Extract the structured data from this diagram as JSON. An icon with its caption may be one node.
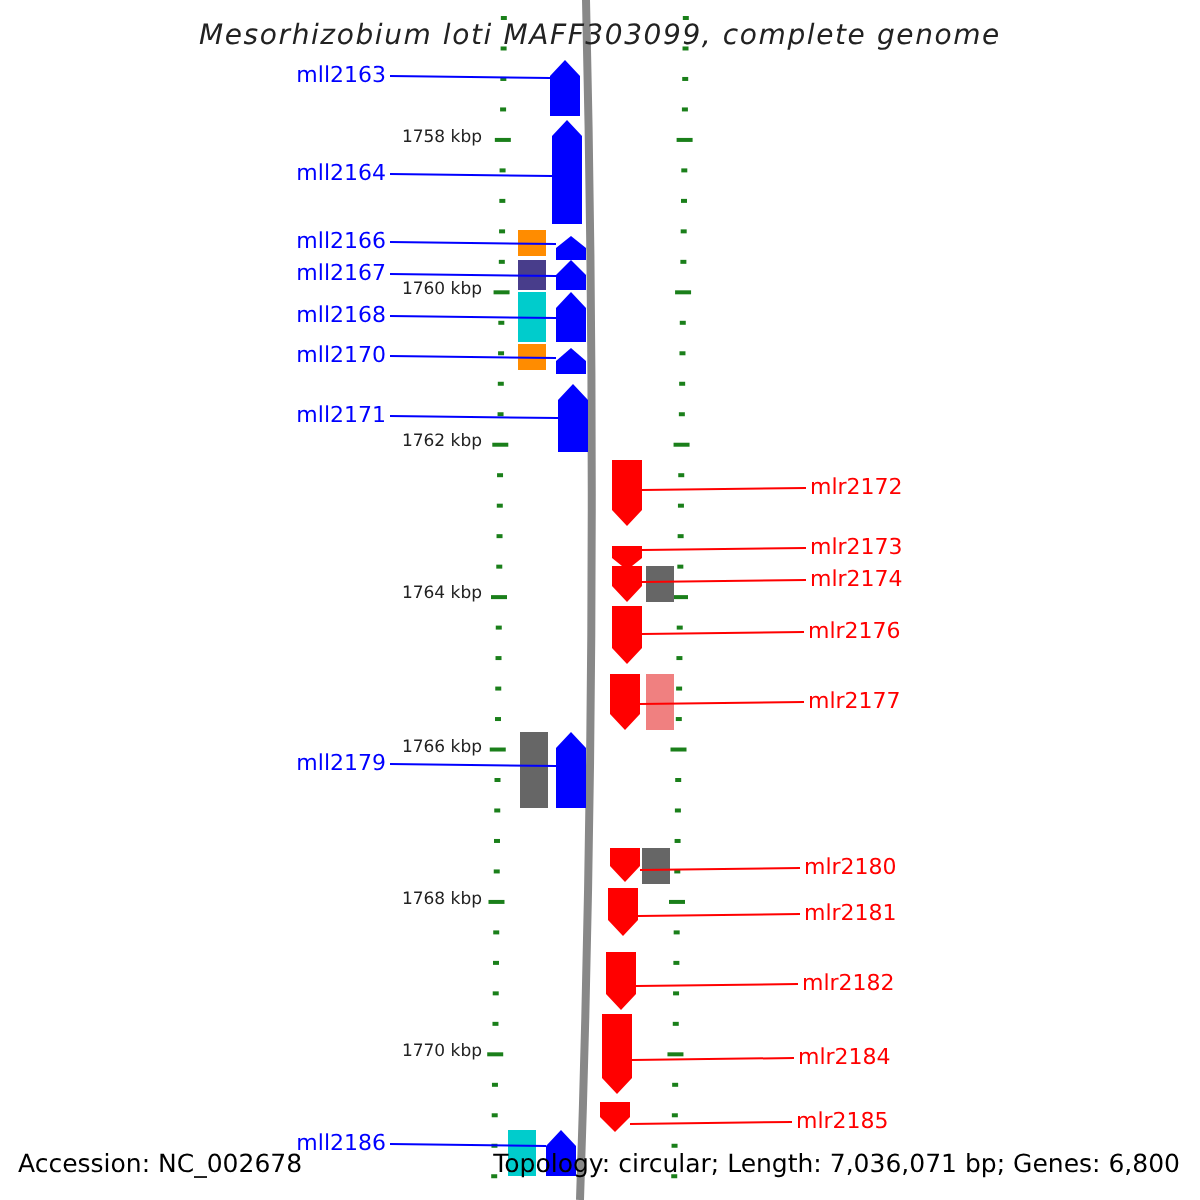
{
  "diagram": {
    "title": "Mesorhizobium loti MAFF303099, complete genome",
    "nodes": [
      {
        "text": [
          "mll2163"
        ]
      },
      {
        "text": [],
        "shape": "arrow"
      },
      {
        "text": [
          "mll2164"
        ]
      },
      {
        "text": [],
        "shape": "arrow"
      },
      {
        "text": [
          "mll2166"
        ]
      },
      {
        "text": [],
        "shape": "arrow"
      },
      {
        "text": [
          "mll2167"
        ]
      },
      {
        "text": [],
        "shape": "arrow"
      },
      {
        "text": [
          "mll2168"
        ]
      },
      {
        "text": [],
        "shape": "arrow"
      },
      {
        "text": [
          "mll2170"
        ]
      },
      {
        "text": [],
        "shape": "arrow"
      },
      {
        "text": [
          "mll2171"
        ]
      },
      {
        "text": [],
        "shape": "arrow"
      },
      {
        "text": [
          "mlr2172"
        ]
      },
      {
        "text": [],
        "shape": "arrow"
      },
      {
        "text": [
          "mlr2173"
        ]
      },
      {
        "text": [],
        "shape": "arrow"
      },
      {
        "text": [
          "mlr2174"
        ]
      },
      {
        "text": [],
        "shape": "arrow"
      },
      {
        "text": [
          "mlr2176"
        ]
      },
      {
        "text": [],
        "shape": "arrow"
      },
      {
        "text": [
          "mlr2177"
        ]
      },
      {
        "text": [],
        "shape": "arrow"
      },
      {
        "text": [
          "mll2179"
        ]
      },
      {
        "text": [],
        "shape": "arrow"
      },
      {
        "text": [
          "mlr2180"
        ]
      },
      {
        "text": [],
        "shape": "arrow"
      },
      {
        "text": [
          "mlr2181"
        ]
      },
      {
        "text": [],
        "shape": "arrow"
      },
      {
        "text": [
          "mlr2182"
        ]
      },
      {
        "text": [],
        "shape": "arrow"
      },
      {
        "text": [
          "mlr2184"
        ]
      },
      {
        "text": [],
        "shape": "arrow"
      },
      {
        "text": [
          "mlr2185"
        ]
      },
      {
        "text": [],
        "shape": "arrow"
      },
      {
        "text": [
          "mll2186"
        ]
      },
      {
        "text": [],
        "shape": "arrow"
      }
    ],
    "edges": [
      {
        "from": 0,
        "to": 1,
        "arrow": "none",
        "color": "#0000ff"
      },
      {
        "from": 2,
        "to": 3,
        "arrow": "none",
        "color": "#0000ff"
      },
      {
        "from": 4,
        "to": 5,
        "arrow": "none",
        "color": "#0000ff"
      },
      {
        "from": 6,
        "to": 7,
        "arrow": "none",
        "color": "#0000ff"
      },
      {
        "from": 8,
        "to": 9,
        "arrow": "none",
        "color": "#0000ff"
      },
      {
        "from": 10,
        "to": 11,
        "arrow": "none",
        "color": "#0000ff"
      },
      {
        "from": 12,
        "to": 13,
        "arrow": "none",
        "color": "#0000ff"
      },
      {
        "from": 14,
        "to": 15,
        "arrow": "none"
      },
      {
        "from": 16,
        "to": 17,
        "arrow": "none"
      },
      {
        "from": 18,
        "to": 19,
        "arrow": "none"
      },
      {
        "from": 20,
        "to": 21,
        "arrow": "none"
      },
      {
        "from": 22,
        "to": 23,
        "arrow": "none"
      },
      {
        "from": 24,
        "to": 25,
        "arrow": "none",
        "color": "#0000ff"
      },
      {
        "from": 26,
        "to": 27,
        "arrow": "none"
      },
      {
        "from": 28,
        "to": 29,
        "arrow": "none"
      },
      {
        "from": 30,
        "to": 31,
        "arrow": "none"
      },
      {
        "from": 32,
        "to": 33,
        "arrow": "none"
      },
      {
        "from": 34,
        "to": 35,
        "arrow": "none"
      },
      {
        "from": 36,
        "to": 37,
        "arrow": "none",
        "color": "#0000ff"
      }
    ],
    "labels": [
      "1758 kbp",
      "1760 kbp",
      "1762 kbp",
      "1764 kbp",
      "1766 kbp",
      "1768 kbp",
      "1770 kbp",
      "Accession: NC_002678",
      "Topology: circular; Length: 7,036,071 bp; Genes: 6,800"
    ]
  }
}
